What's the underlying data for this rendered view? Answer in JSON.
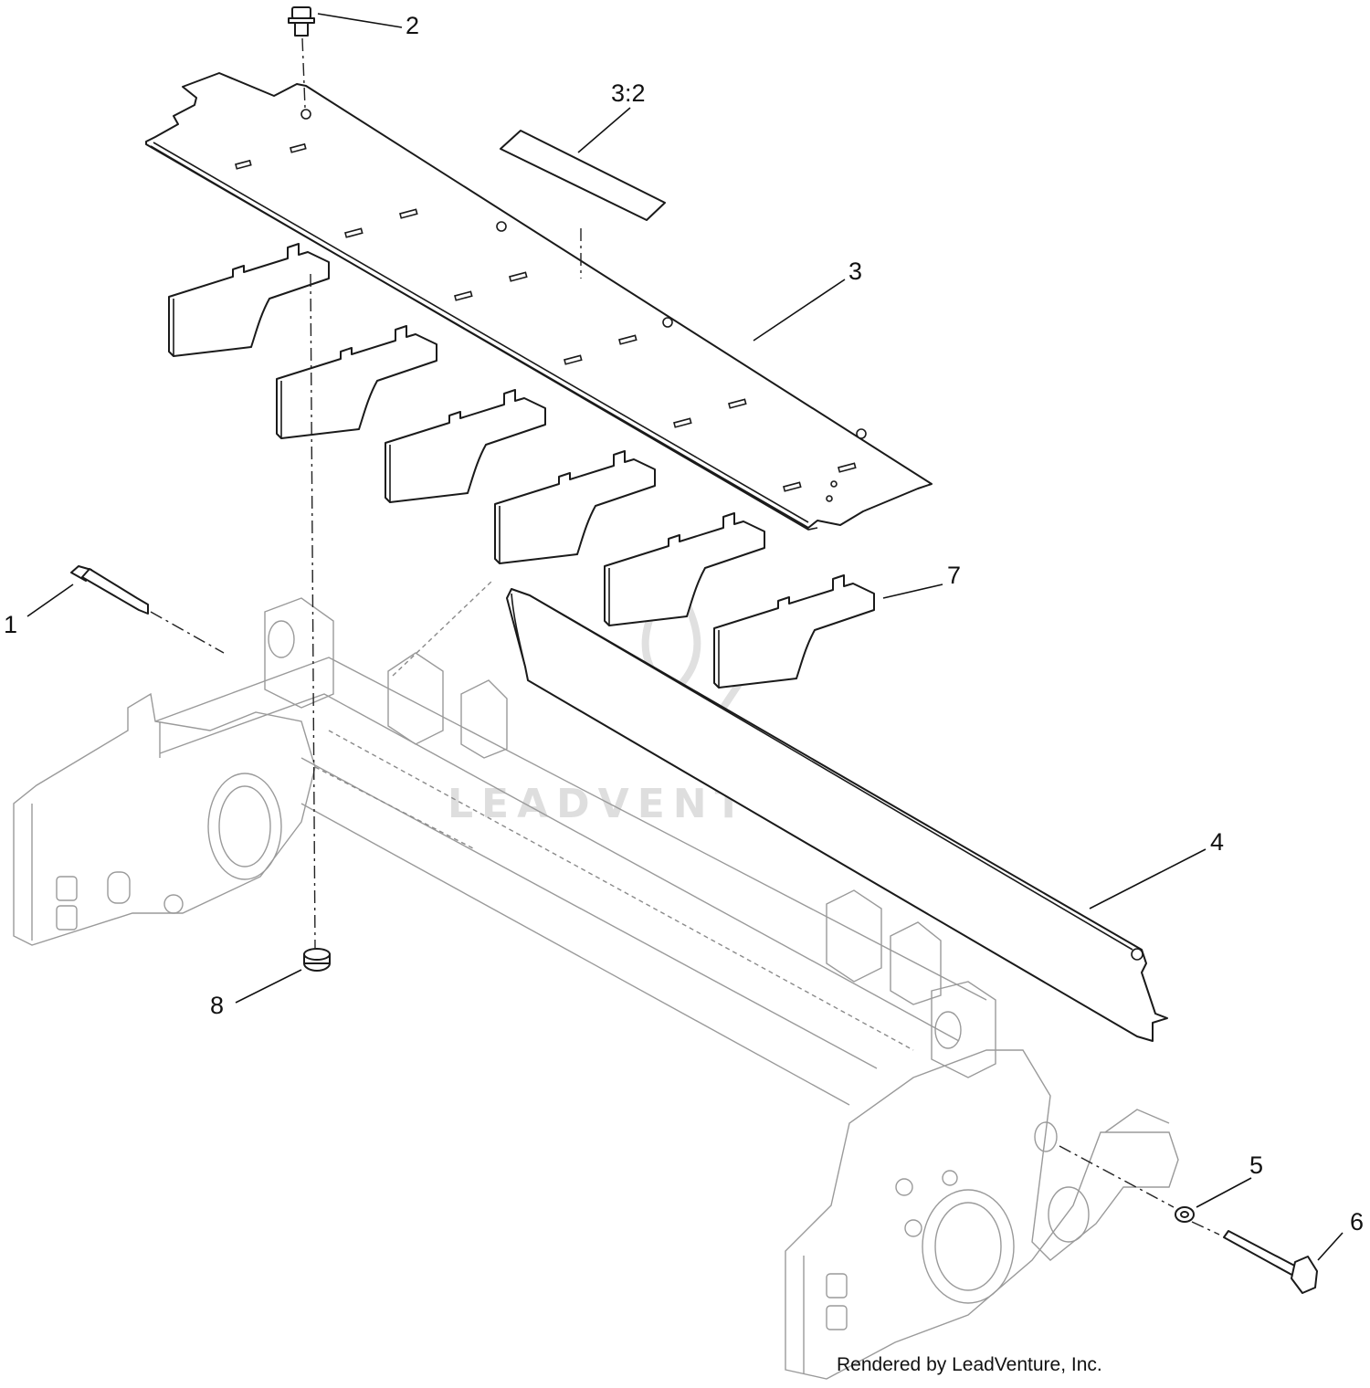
{
  "callouts": [
    {
      "id": "1",
      "label": "1"
    },
    {
      "id": "2",
      "label": "2"
    },
    {
      "id": "3",
      "label": "3"
    },
    {
      "id": "3-2",
      "label": "3:2"
    },
    {
      "id": "4",
      "label": "4"
    },
    {
      "id": "5",
      "label": "5"
    },
    {
      "id": "6",
      "label": "6"
    },
    {
      "id": "7",
      "label": "7"
    },
    {
      "id": "8",
      "label": "8"
    }
  ],
  "watermark": {
    "text": "LEADVENTURE"
  },
  "footer": {
    "credit": "Rendered by LeadVenture, Inc."
  },
  "colors": {
    "line": "#1a1a1a",
    "ghost": "#8a8a8a",
    "watermark": "#dedede"
  }
}
